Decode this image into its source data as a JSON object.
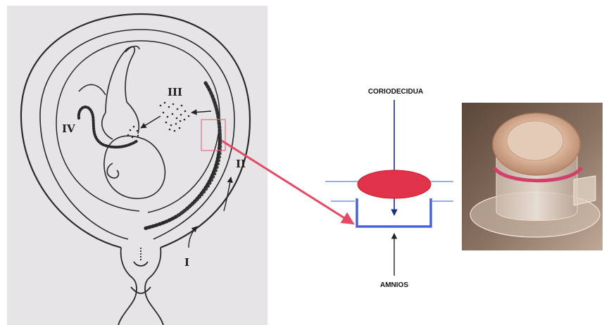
{
  "illustration": {
    "stage_labels": [
      "I",
      "II",
      "III",
      "IV"
    ]
  },
  "schematic": {
    "top_label": "CORIODECIDUA",
    "bottom_label": "AMNIOS"
  },
  "colors": {
    "panel_background": "#e6e4e6",
    "drawing_ink": "#2a2a2a",
    "connector_arrow": "#e24a66",
    "highlight_box": "#e07080",
    "disc_fill": "#e03248",
    "membrane_blue": "#4a64d8",
    "guide_line": "#5a7ee0",
    "label_arrow": "#1a2f8a"
  }
}
